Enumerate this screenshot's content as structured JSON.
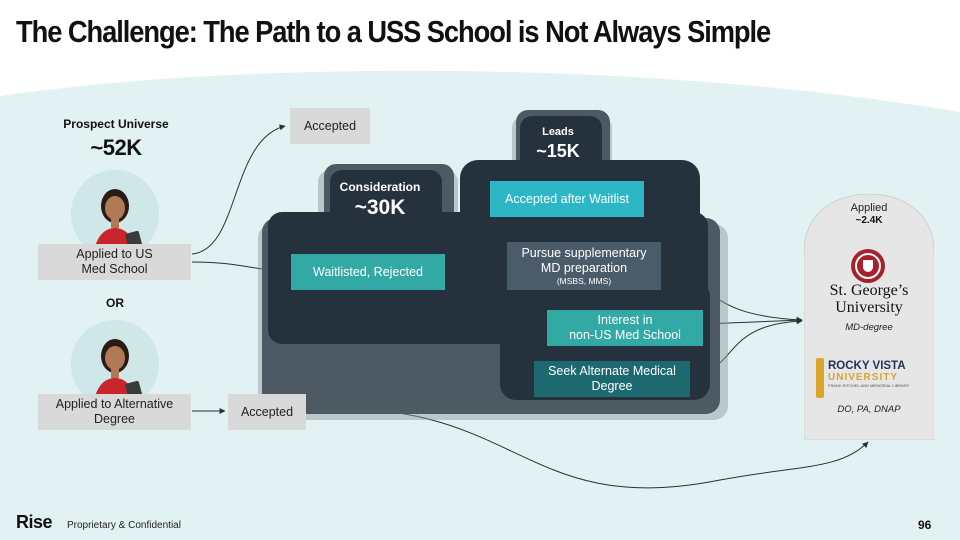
{
  "title": "The Challenge: The Path to a USS School is Not Always Simple",
  "prospect": {
    "label": "Prospect Universe",
    "value": "~52K"
  },
  "left": {
    "applied_us": "Applied to US Med School",
    "or": "OR",
    "applied_alt": "Applied to Alternative Degree",
    "accepted_alt": "Accepted"
  },
  "top_accepted": "Accepted",
  "consideration": {
    "label": "Consideration",
    "value": "~30K"
  },
  "leads": {
    "label": "Leads",
    "value": "~15K"
  },
  "flow": {
    "waitlisted": "Waitlisted, Rejected",
    "accepted_waitlist": "Accepted after Waitlist",
    "supplementary_line1": "Pursue supplementary",
    "supplementary_line2": "MD preparation",
    "supplementary_note": "(MSBS, MMS)",
    "non_us_line1": "Interest in",
    "non_us_line2": "non-US Med School",
    "alternate_line1": "Seek Alternate Medical",
    "alternate_line2": "Degree"
  },
  "applied_panel": {
    "label": "Applied",
    "value": "~2.4K",
    "sgu_name_line1": "St. George’s",
    "sgu_name_line2": "University",
    "sgu_caption": "MD-degree",
    "rvu_name_line1": "ROCKY VISTA",
    "rvu_name_line2": "UNIVERSITY",
    "rvu_library": "FRANK RITCHEL AND MEMORIAL LIBRARY",
    "rvu_caption": "DO, PA, DNAP"
  },
  "footer": {
    "logo": "Rise",
    "confidential": "Proprietary & Confidential",
    "page": "96"
  },
  "colors": {
    "dark_panel": "#25323d",
    "teal_light": "#2cb6c6",
    "teal_mid": "#33a9a6",
    "teal_dark": "#1c6a70",
    "bg_wave": "#dff0f1"
  }
}
